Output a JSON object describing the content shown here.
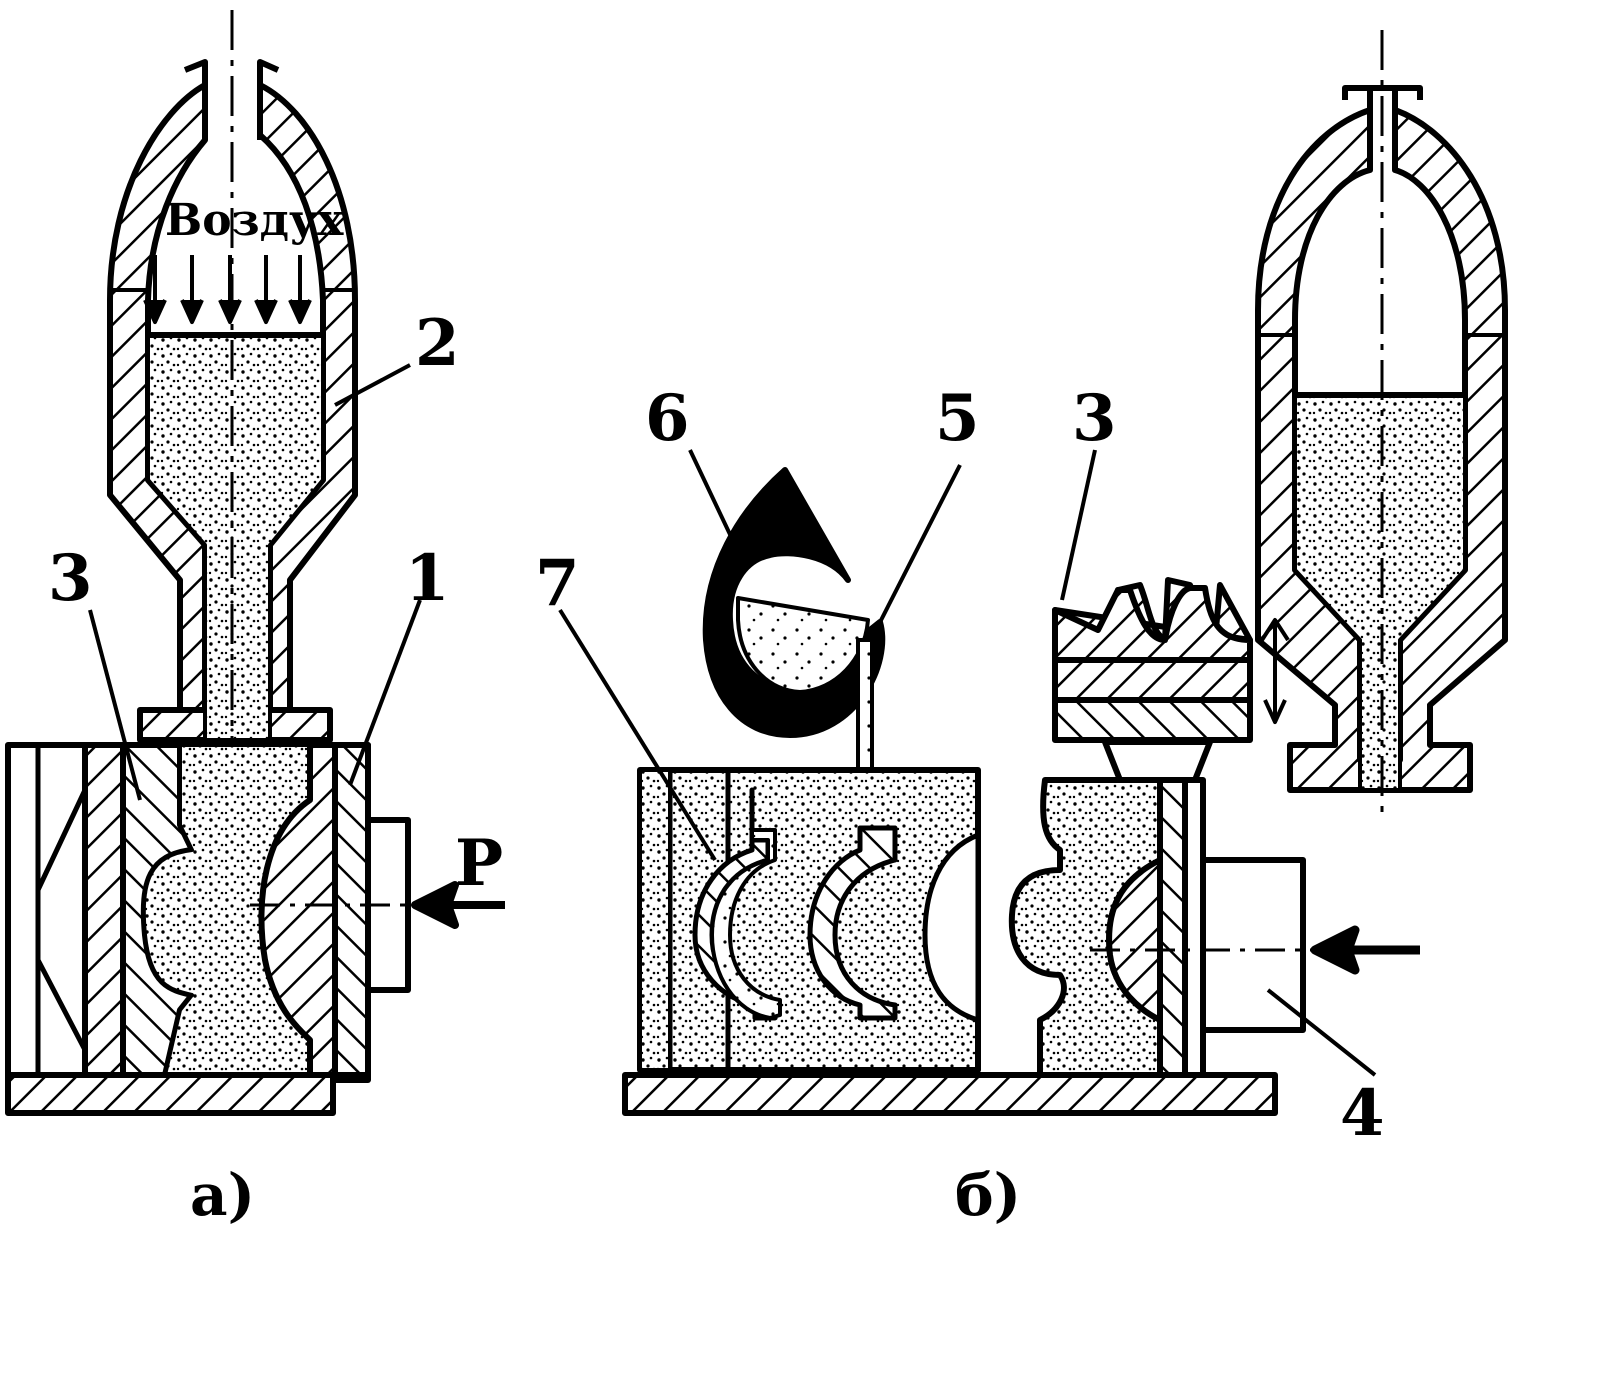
{
  "figure": {
    "air_label": "Воздух",
    "force_label": "Р",
    "caption_a": "а)",
    "caption_b": "б)",
    "callouts": {
      "n1": "1",
      "n2": "2",
      "n3_left": "3",
      "n3_right": "3",
      "n4": "4",
      "n5": "5",
      "n6": "6",
      "n7": "7"
    }
  },
  "colors": {
    "ink": "#000000",
    "paper": "#ffffff"
  }
}
